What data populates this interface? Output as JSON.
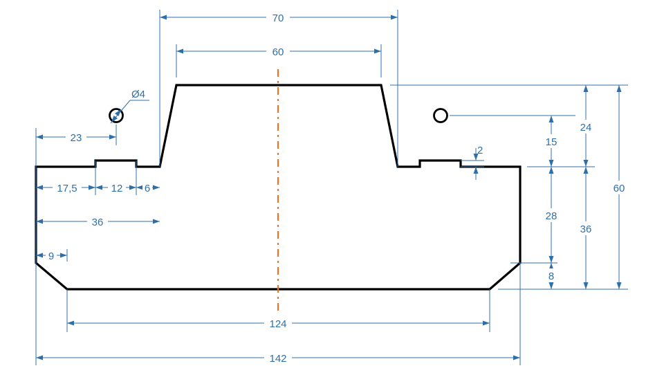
{
  "dimensions": {
    "top_70": "70",
    "top_60": "60",
    "hole_dia": "Ø4",
    "hole_offset_23": "23",
    "step_17_5": "17,5",
    "step_12": "12",
    "step_6": "6",
    "step_36": "36",
    "chamfer_9": "9",
    "bottom_124": "124",
    "bottom_142": "142",
    "right_2": "2",
    "right_15": "15",
    "right_24": "24",
    "right_28": "28",
    "right_8": "8",
    "right_36": "36",
    "right_60": "60"
  },
  "colors": {
    "outline": "#000000",
    "dimension": "#2f6fa8",
    "centerline": "#e8742a"
  }
}
